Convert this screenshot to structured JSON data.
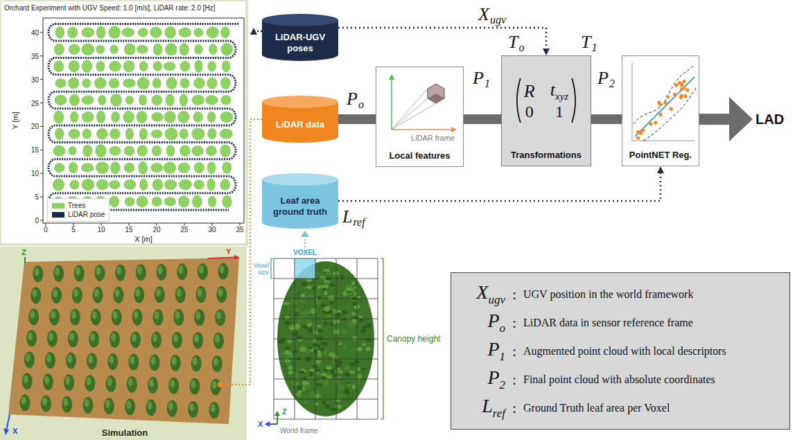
{
  "diagram": {
    "nodes": [
      {
        "text": [
          "LiDAR-UGV poses"
        ]
      },
      {
        "text": [
          "LiDAR data"
        ]
      },
      {
        "text": [
          "LiDAR frame",
          "Local features"
        ]
      },
      {
        "text": [
          "R",
          "t",
          "xyz",
          "0",
          "1",
          "Transformations"
        ]
      },
      {
        "text": [
          "PointNET Reg."
        ]
      },
      {
        "text": [
          "LAD"
        ]
      },
      {
        "text": [
          "Leaf area ground truth"
        ]
      },
      {
        "text": [
          "X",
          "ugv",
          ":",
          "UGV position in the world framework",
          "P",
          "o",
          ":",
          "LiDAR data in sensor reference frame",
          "P",
          "1",
          ":",
          "Augmented point cloud with local descriptors",
          "P",
          "2",
          ":",
          "Final point cloud with absolute coordinates",
          "L",
          "ref",
          ":",
          "Ground Truth leaf area per Voxel"
        ]
      }
    ],
    "edges": [
      {
        "from": 1,
        "to": 2,
        "arrow": "none"
      },
      {
        "from": 2,
        "to": 3,
        "arrow": "none"
      },
      {
        "from": 3,
        "to": 4,
        "arrow": "none"
      },
      {
        "from": 4,
        "to": 5,
        "arrow": "to"
      },
      {
        "from": 0,
        "to": 3,
        "arrow": "to"
      },
      {
        "from": 6,
        "to": 4,
        "arrow": "to"
      }
    ],
    "labels": [
      "Orchard Experiment with UGV Speed: 1.0 [m/s], LiDAR rate: 2.0 [Hz]",
      "Y [m]",
      "0",
      "5",
      "10",
      "15",
      "20",
      "25",
      "30",
      "35",
      "40",
      "X [m]",
      "0",
      "5",
      "10",
      "15",
      "20",
      "25",
      "30",
      "35",
      "Z",
      "Y",
      "X",
      "Simulation",
      "VOXEL",
      "Voxel size",
      "Canopy height",
      "Z",
      "X",
      "World frame",
      "X",
      "ugv",
      "P",
      "o",
      "T",
      "o",
      "T",
      "1",
      "P",
      "1",
      "P",
      "2",
      "L",
      "ref"
    ],
    "legend": [
      {
        "text": "Trees",
        "color": "#8fd163"
      },
      {
        "text": "LiDAR pose",
        "color": "#1c2b4a"
      }
    ]
  }
}
